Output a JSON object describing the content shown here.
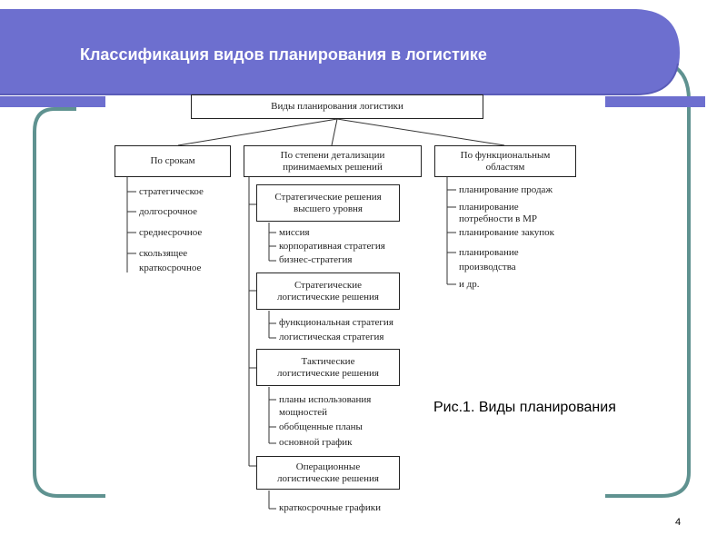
{
  "slide": {
    "title": "Классификация видов планирования в логистике",
    "caption": "Рис.1. Виды планирования",
    "page_number": "4",
    "colors": {
      "header": "#6d6fcf",
      "frame": "#5f9290",
      "accent_bar": "#6d6fcf",
      "text": "#222222"
    }
  },
  "diagram": {
    "root": "Виды планирования логистики",
    "by_terms": {
      "title": "По срокам",
      "items": [
        "стратегическое",
        "долгосрочное",
        "среднесрочное",
        "скользящее",
        "краткосрочное"
      ]
    },
    "by_detail": {
      "title_lines": [
        "По степени детализации",
        "принимаемых решений"
      ],
      "groups": [
        {
          "title_lines": [
            "Стратегические решения",
            "высшего уровня"
          ],
          "items": [
            "миссия",
            "корпоративная стратегия",
            "бизнес-стратегия"
          ]
        },
        {
          "title_lines": [
            "Стратегические",
            "логистические решения"
          ],
          "items": [
            "функциональная стратегия",
            "логистическая стратегия"
          ]
        },
        {
          "title_lines": [
            "Тактические",
            "логистические решения"
          ],
          "items": [
            "планы использования",
            "мощностей",
            "обобщенные планы",
            "основной график"
          ]
        },
        {
          "title_lines": [
            "Операционные",
            "логистические решения"
          ],
          "items": [
            "краткосрочные графики"
          ]
        }
      ]
    },
    "by_function": {
      "title_lines": [
        "По функциональным",
        "областям"
      ],
      "items": [
        "планирование продаж",
        "планирование",
        "потребности в МР",
        "планирование закупок",
        "планирование",
        "производства",
        "и др."
      ]
    }
  }
}
